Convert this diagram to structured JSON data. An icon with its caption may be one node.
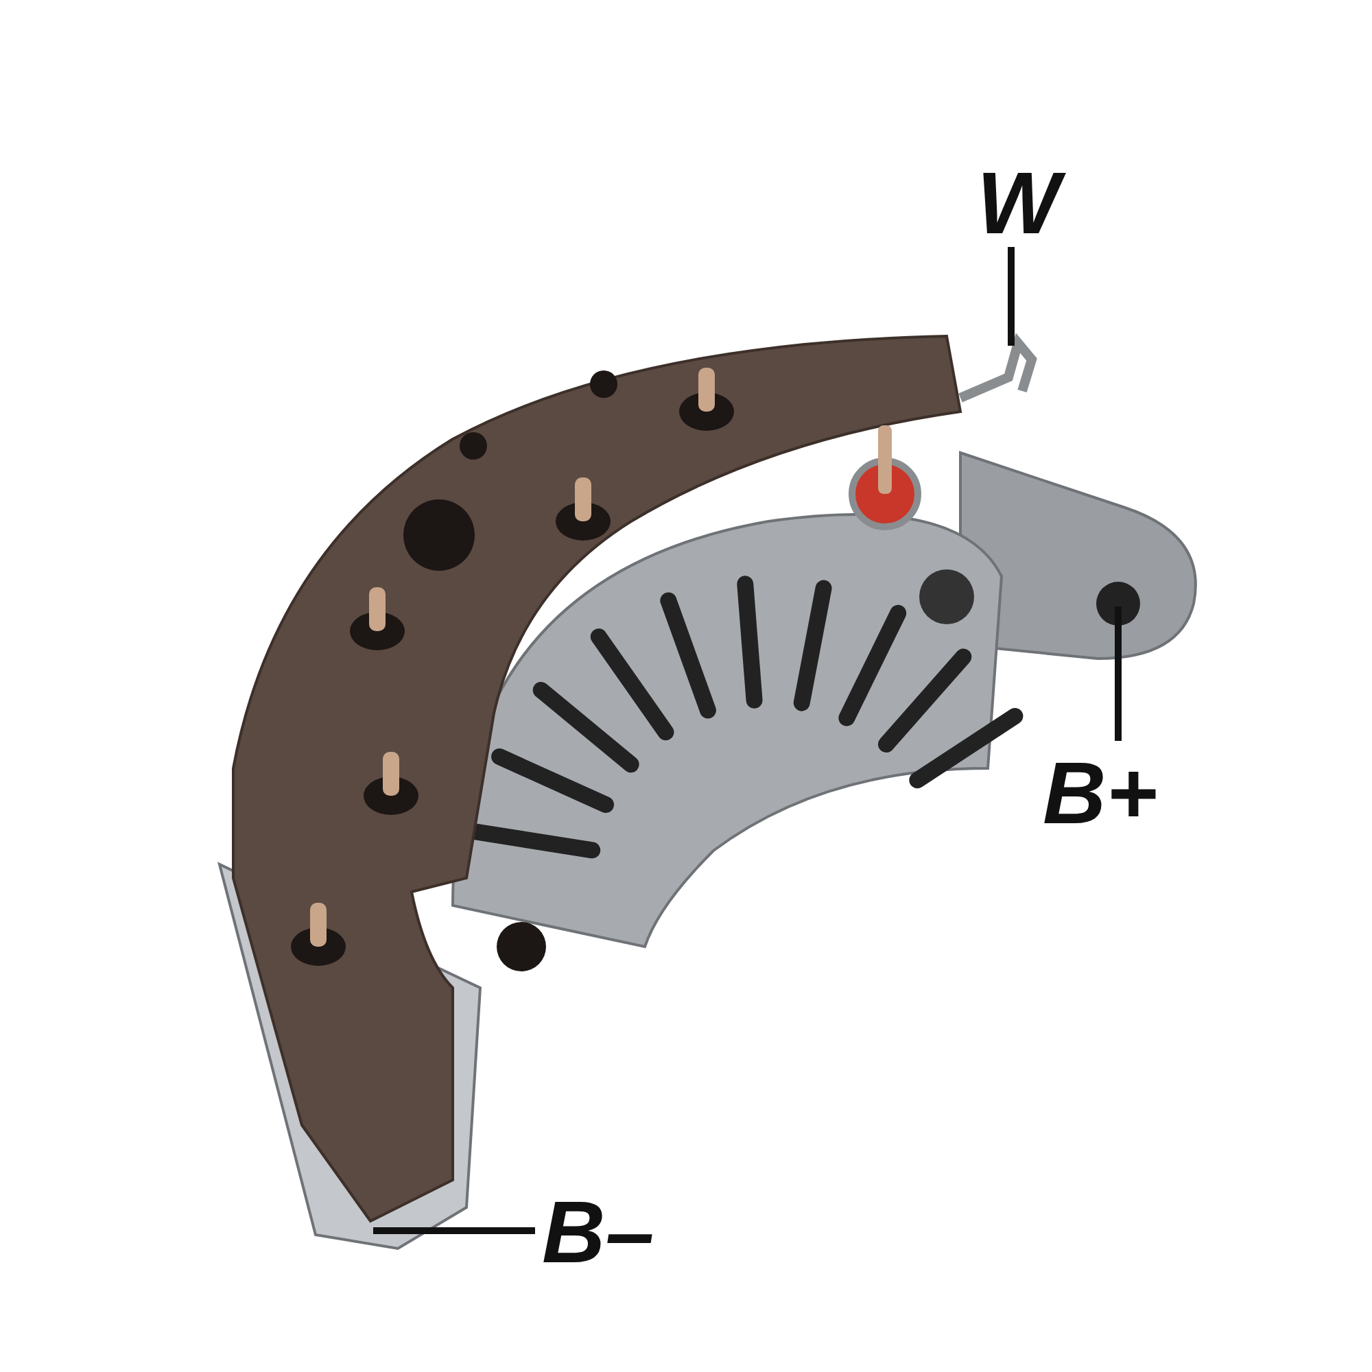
{
  "diagram": {
    "nodes": [
      {
        "text": [
          "W"
        ]
      },
      {
        "text": [
          "B+"
        ]
      },
      {
        "text": [
          "B–"
        ]
      }
    ],
    "edges": [
      {
        "from": 0,
        "to": null,
        "arrow": "none"
      },
      {
        "from": 1,
        "to": null,
        "arrow": "none"
      },
      {
        "from": 2,
        "to": null,
        "arrow": "none"
      }
    ]
  }
}
